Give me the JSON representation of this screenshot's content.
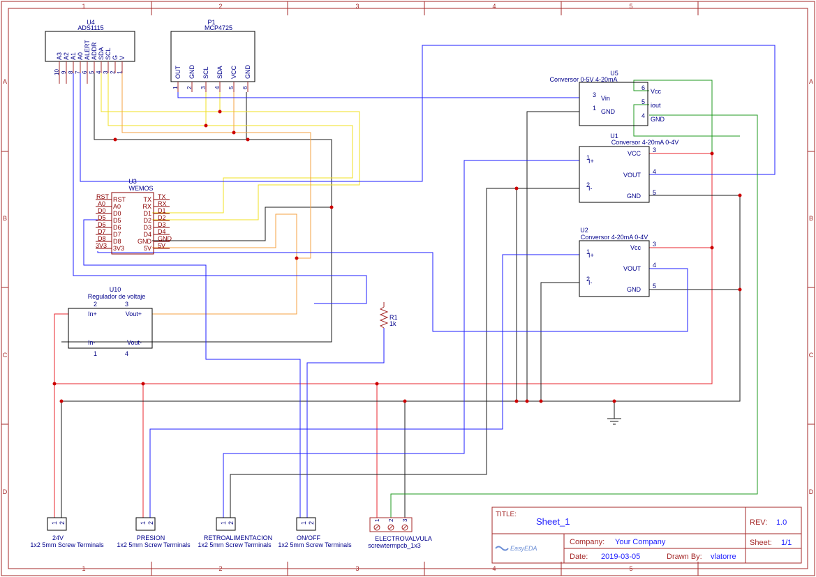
{
  "frame": {
    "col_labels": [
      "1",
      "2",
      "3",
      "4",
      "5"
    ],
    "row_labels": [
      "A",
      "B",
      "C",
      "D"
    ]
  },
  "colors": {
    "frame": "#a52a2a",
    "component": "#000000",
    "pin_number": "#000080",
    "label": "#00008b",
    "wemos_pin": "#8b0000",
    "wire_red": "#e8262d",
    "wire_black": "#1a1a1a",
    "wire_blue": "#1e1eff",
    "wire_yellow": "#f0e020",
    "wire_orange": "#f5a040",
    "wire_green": "#1f9a1f",
    "junction": "#cc0000"
  },
  "components": {
    "u4": {
      "ref": "U4",
      "name": "ADS1115",
      "pins": [
        "A3",
        "A2",
        "A1",
        "A0",
        "ALERT",
        "ADDR",
        "SDA",
        "SCL",
        "G",
        "V"
      ],
      "numbers": [
        "10",
        "9",
        "8",
        "7",
        "6",
        "5",
        "4",
        "3",
        "2",
        "1"
      ]
    },
    "p1": {
      "ref": "P1",
      "name": "MCP4725",
      "pins": [
        "OUT",
        "GND",
        "SCL",
        "SDA",
        "VCC",
        "GND"
      ],
      "numbers": [
        "1",
        "2",
        "3",
        "4",
        "5",
        "6"
      ]
    },
    "u3": {
      "ref": "U3",
      "name": "WEMOS",
      "left_outer": [
        "RST",
        "A0",
        "D0",
        "D5",
        "D6",
        "D7",
        "D8",
        "3V3"
      ],
      "left_inner": [
        "RST",
        "A0",
        "D0",
        "D5",
        "D6",
        "D7",
        "D8",
        "3V3"
      ],
      "right_inner": [
        "TX",
        "RX",
        "D1",
        "D2",
        "D3",
        "D4",
        "GND",
        "5V"
      ],
      "right_outer": [
        "TX",
        "RX",
        "D1",
        "D2",
        "D3",
        "D4",
        "GND",
        "5V"
      ]
    },
    "u5": {
      "ref": "U5",
      "name": "Conversor 0-5V 4-20mA",
      "left": [
        {
          "num": "3",
          "label": "Vin"
        },
        {
          "num": "1",
          "label": "GND"
        }
      ],
      "right": [
        {
          "num": "6",
          "label": "Vcc"
        },
        {
          "num": "5",
          "label": "iout"
        },
        {
          "num": "4",
          "label": "GND"
        }
      ]
    },
    "u1": {
      "ref": "U1",
      "name": "Conversor 4-20mA 0-4V",
      "left": [
        {
          "num": "1",
          "label": "I+"
        },
        {
          "num": "2",
          "label": "I-"
        }
      ],
      "right": [
        {
          "num": "3",
          "label": "VCC"
        },
        {
          "num": "4",
          "label": "VOUT"
        },
        {
          "num": "5",
          "label": "GND"
        }
      ]
    },
    "u2": {
      "ref": "U2",
      "name": "Conversor 4-20mA 0-4V",
      "left": [
        {
          "num": "1",
          "label": "I+"
        },
        {
          "num": "2",
          "label": "I-"
        }
      ],
      "right": [
        {
          "num": "3",
          "label": "Vcc"
        },
        {
          "num": "4",
          "label": "VOUT"
        },
        {
          "num": "5",
          "label": "GND"
        }
      ]
    },
    "u10": {
      "ref": "U10",
      "name": "Regulador de voltaje",
      "pins": [
        {
          "num": "2",
          "label": "In+"
        },
        {
          "num": "3",
          "label": "Vout+"
        },
        {
          "num": "1",
          "label": "In-"
        },
        {
          "num": "4",
          "label": "Vout-"
        }
      ]
    },
    "r1": {
      "ref": "R1",
      "value": "1k"
    },
    "terminals": [
      {
        "name": "24V",
        "type": "1x2 5mm Screw Terminals"
      },
      {
        "name": "PRESION",
        "type": "1x2 5mm Screw Terminals"
      },
      {
        "name": "RETROALIMENTACION",
        "type": "1x2 5mm Screw Terminals"
      },
      {
        "name": "ON/OFF",
        "type": "1x2 5mm Screw Terminals"
      }
    ],
    "valve": {
      "name": "ELECTROVALVULA",
      "type": "screwtermpcb_1x3",
      "pins": [
        "1",
        "2",
        "3"
      ]
    },
    "gnd_symbol": {
      "name": "ground"
    }
  },
  "title_block": {
    "title_label": "TITLE:",
    "title": "Sheet_1",
    "rev_label": "REV:",
    "rev": "1.0",
    "company_label": "Company:",
    "company": "Your Company",
    "sheet_label": "Sheet:",
    "sheet": "1/1",
    "date_label": "Date:",
    "date": "2019-03-05",
    "drawn_label": "Drawn By:",
    "drawn": "vlatorre",
    "logo": "EasyEDA"
  }
}
